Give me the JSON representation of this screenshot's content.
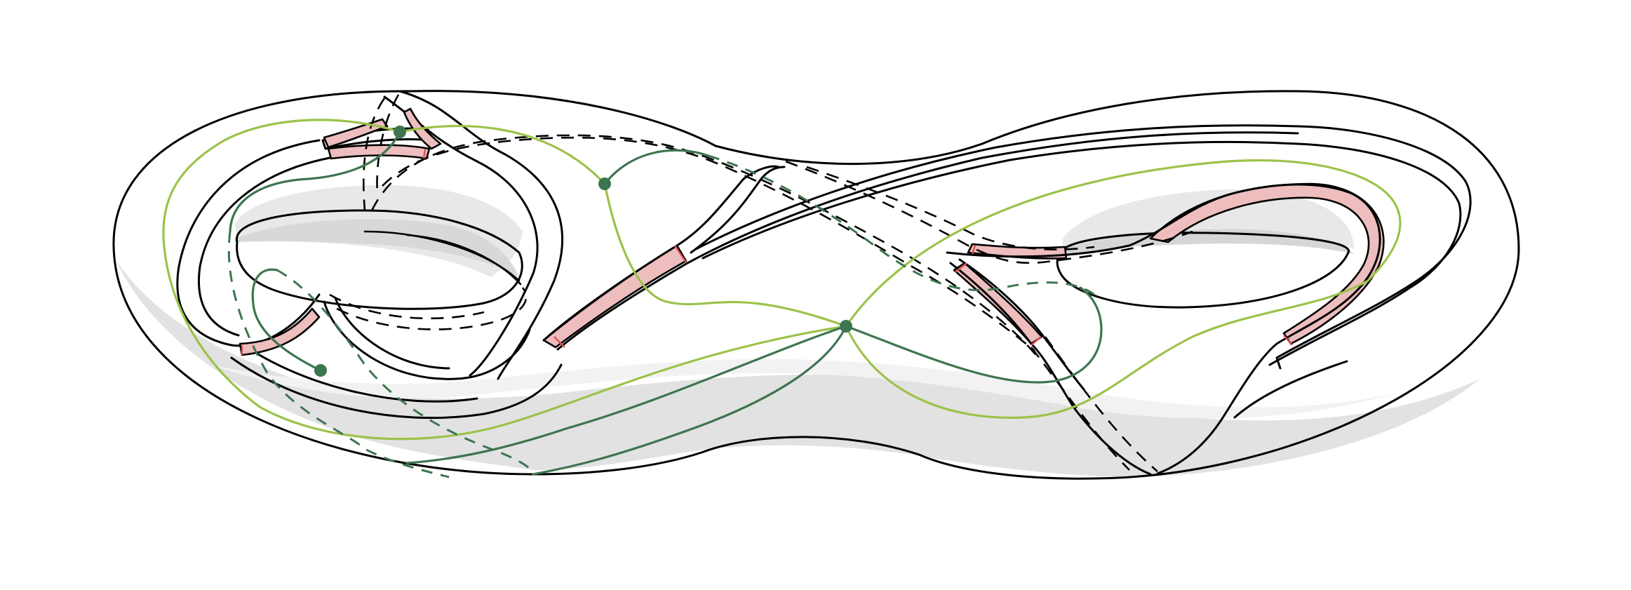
{
  "colors": {
    "background": "#ffffff",
    "outline": "#000000",
    "shading_light": "#f0f0f0",
    "shading_mid": "#e2e2e2",
    "shading_dark": "#d4d4d4",
    "band_fill": "#eebdbd",
    "band_edge": "#e05050",
    "curve_light_green": "#9cc24a",
    "curve_dark_green": "#3d7550",
    "point": "#3d7550"
  },
  "points": [
    {
      "id": "p1"
    },
    {
      "id": "p2"
    },
    {
      "id": "p3"
    },
    {
      "id": "p4"
    }
  ]
}
